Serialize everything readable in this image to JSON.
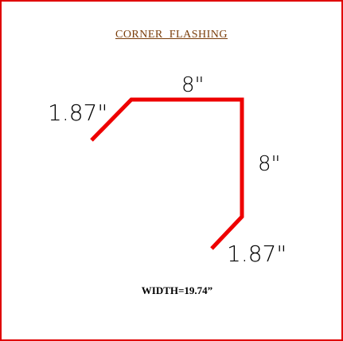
{
  "title": "CORNER  FLASHING",
  "dimensions": {
    "left_lip": "1.87\"",
    "top_span": "8\"",
    "right_span": "8\"",
    "bottom_lip": "1.87\""
  },
  "width_note": "WIDTH=19.74”",
  "colors": {
    "border": "#e00000",
    "profile_line": "#ee0000",
    "title": "#7a3d0a"
  }
}
